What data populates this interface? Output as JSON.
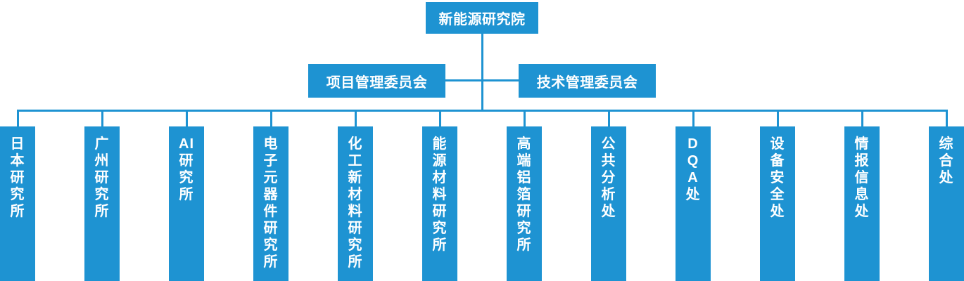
{
  "colors": {
    "node_blue": "#1E93D2",
    "text_white": "#FFFFFF",
    "background": "#FFFFFF"
  },
  "org_chart": {
    "root": {
      "label": "新能源研究院"
    },
    "committees": [
      {
        "label": "项目管理委员会"
      },
      {
        "label": "技术管理委员会"
      }
    ],
    "units": [
      {
        "name": "日本研究所",
        "display": "日\n本\n研\n究\n所"
      },
      {
        "name": "广州研究所",
        "display": "广\n州\n研\n究\n所"
      },
      {
        "name": "AI研究所",
        "display": "AI\n研\n究\n所"
      },
      {
        "name": "电子元器件研究所",
        "display": "电\n子\n元\n器\n件\n研\n究\n所"
      },
      {
        "name": "化工新材料研究所",
        "display": "化\n工\n新\n材\n料\n研\n究\n所"
      },
      {
        "name": "能源材料研究所",
        "display": "能\n源\n材\n料\n研\n究\n所"
      },
      {
        "name": "高端铝箔研究所",
        "display": "高\n端\n铝\n箔\n研\n究\n所"
      },
      {
        "name": "公共分析处",
        "display": "公\n共\n分\n析\n处"
      },
      {
        "name": "DQA处",
        "display": "D\nQ\nA\n处"
      },
      {
        "name": "设备安全处",
        "display": "设\n备\n安\n全\n处"
      },
      {
        "name": "情报信息处",
        "display": "情\n报\n信\n息\n处"
      },
      {
        "name": "综合处",
        "display": "综\n合\n处"
      }
    ]
  }
}
